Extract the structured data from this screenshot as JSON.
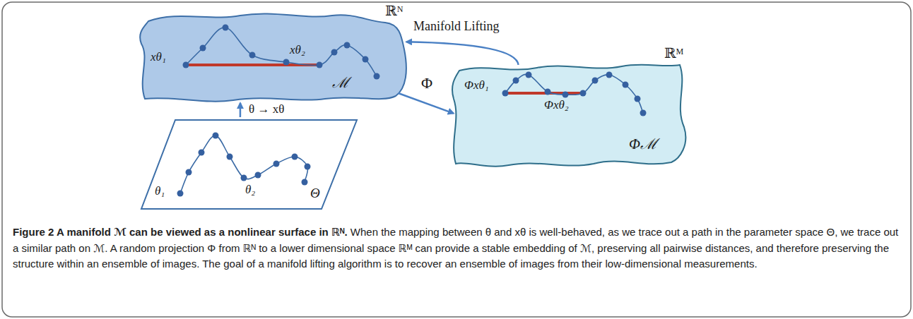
{
  "diagram": {
    "title": "Figure 2 A manifold ℳ can be viewed as a nonlinear surface in ℝᴺ.",
    "caption": "When the mapping between θ and xθ is well-behaved, as we trace out a path in the parameter space Θ, we trace out a similar path on ℳ. A random projection Φ from ℝᴺ to a lower dimensional space ℝᴹ can provide a stable embedding of ℳ, preserving all pairwise distances, and therefore preserving the structure within an ensemble of images. The goal of a manifold lifting algorithm is to recover an ensemble of images from their low-dimensional measurements.",
    "nodes": [
      {
        "text": [
          "ℝᴺ",
          "xθ₁",
          "xθ₂",
          "ℳ"
        ]
      },
      {
        "text": [
          "θ₁",
          "θ₂",
          "Θ"
        ]
      },
      {
        "text": [
          "ℝᴹ",
          "Φxθ₁",
          "Φxθ₂",
          "Φℳ"
        ]
      }
    ],
    "edges": [
      {
        "from": 1,
        "to": 0,
        "arrow": "to",
        "label": "θ → xθ"
      },
      {
        "from": 0,
        "to": 2,
        "arrow": "to",
        "label": "Φ"
      },
      {
        "from": 2,
        "to": 0,
        "arrow": "to",
        "label": "Manifold Lifting"
      }
    ]
  }
}
